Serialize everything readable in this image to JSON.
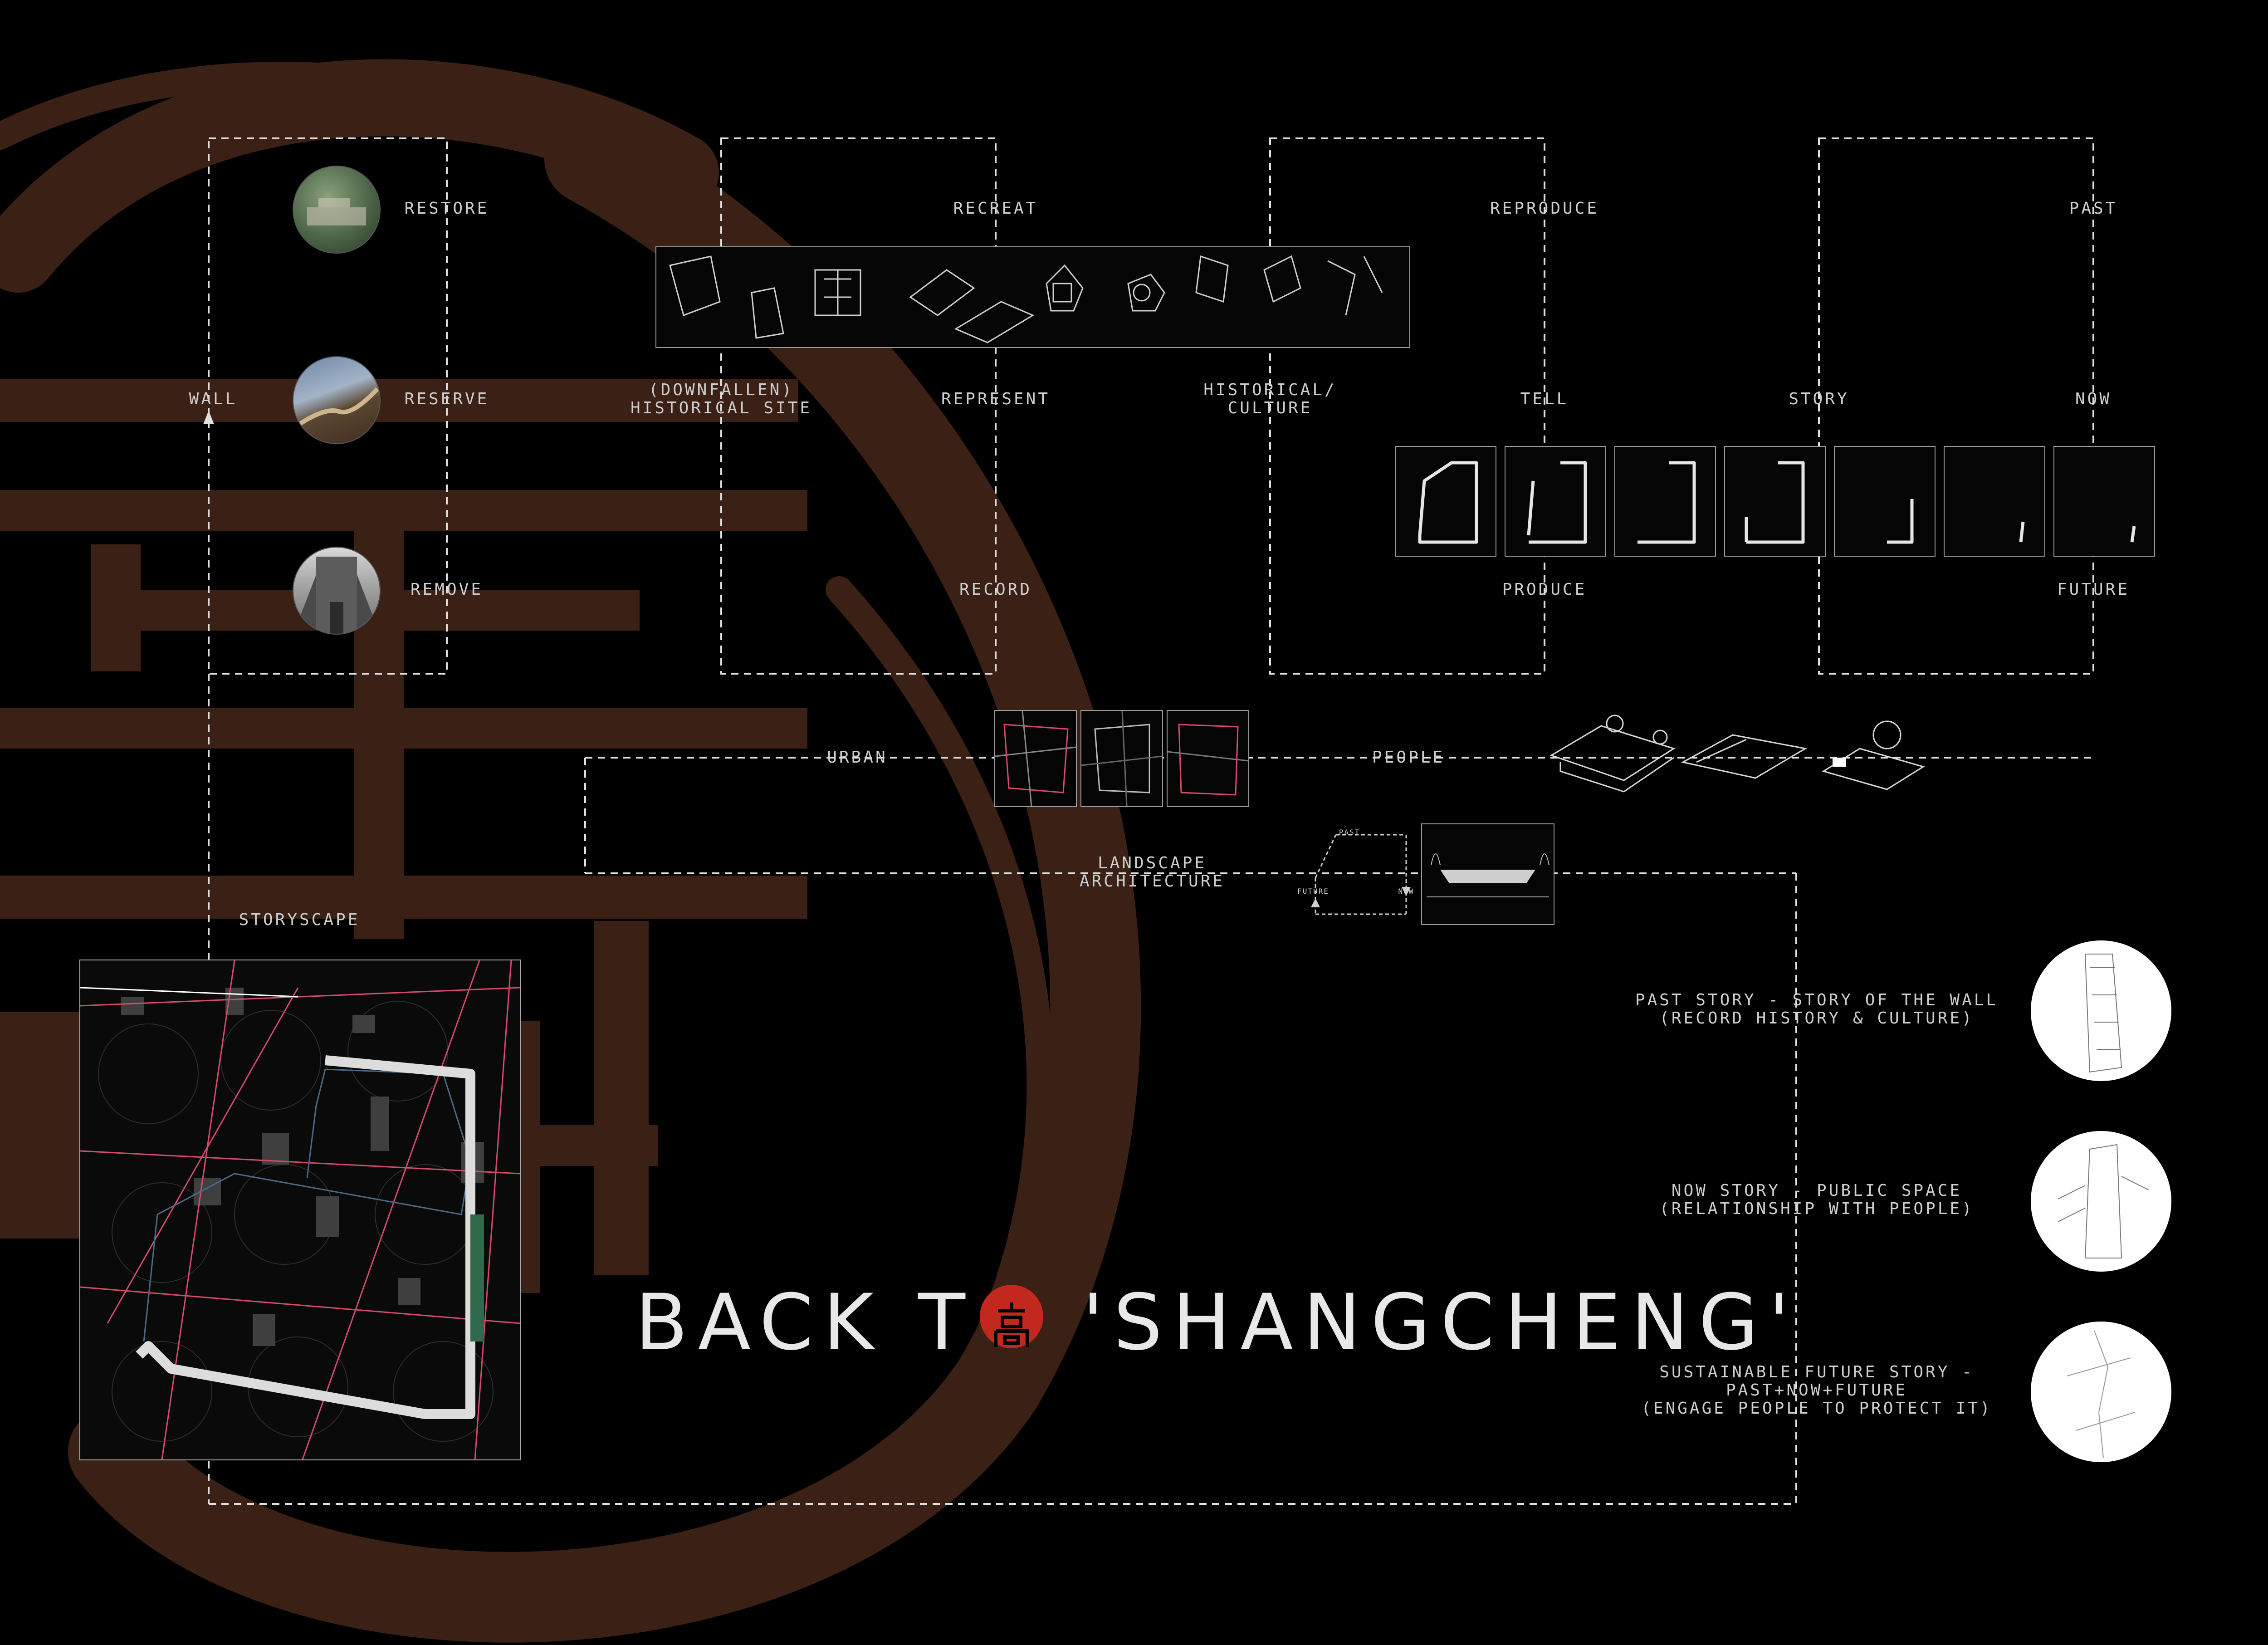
{
  "title": {
    "before_seal": "BACK T",
    "after_seal": " 'SHANGCHENG'"
  },
  "colors": {
    "background": "#000000",
    "calligraphy_brown": "#3a2015",
    "text": "#cfcfcf",
    "seal_red": "#c2281d",
    "map_pink": "#d64a6a"
  },
  "labels": {
    "restore": "RESTORE",
    "recreat": "RECREAT",
    "reproduce": "REPRODUCE",
    "past": "PAST",
    "wall": "WALL",
    "reserve": "RESERVE",
    "historical_site": "(DOWNFALLEN)\nHISTORICAL SITE",
    "represent": "REPRESENT",
    "historical_culture": "HISTORICAL/\nCULTURE",
    "tell": "TELL",
    "story": "STORY",
    "now": "NOW",
    "remove": "REMOVE",
    "record": "RECORD",
    "produce": "PRODUCE",
    "future": "FUTURE",
    "urban": "URBAN",
    "people": "PEOPLE",
    "landscape_architecture": "LANDSCAPE\nARCHITECTURE",
    "storyscape": "STORYSCAPE"
  },
  "mini_diagram": {
    "past": "PAST",
    "future": "FUTURE",
    "now": "NOW"
  },
  "stories": [
    {
      "text": "PAST STORY - STORY OF THE WALL\n(RECORD HISTORY & CULTURE)"
    },
    {
      "text": "NOW STORY - PUBLIC SPACE\n(RELATIONSHIP WITH PEOPLE)"
    },
    {
      "text": "SUSTAINABLE FUTURE STORY -\nPAST+NOW+FUTURE\n(ENGAGE PEOPLE TO PROTECT IT)"
    }
  ],
  "icons": {
    "restore_photo": "aerial-ruins-photo",
    "reserve_photo": "great-wall-photo",
    "remove_photo": "old-wall-gate-photo",
    "seal": "chinese-seal-icon"
  }
}
